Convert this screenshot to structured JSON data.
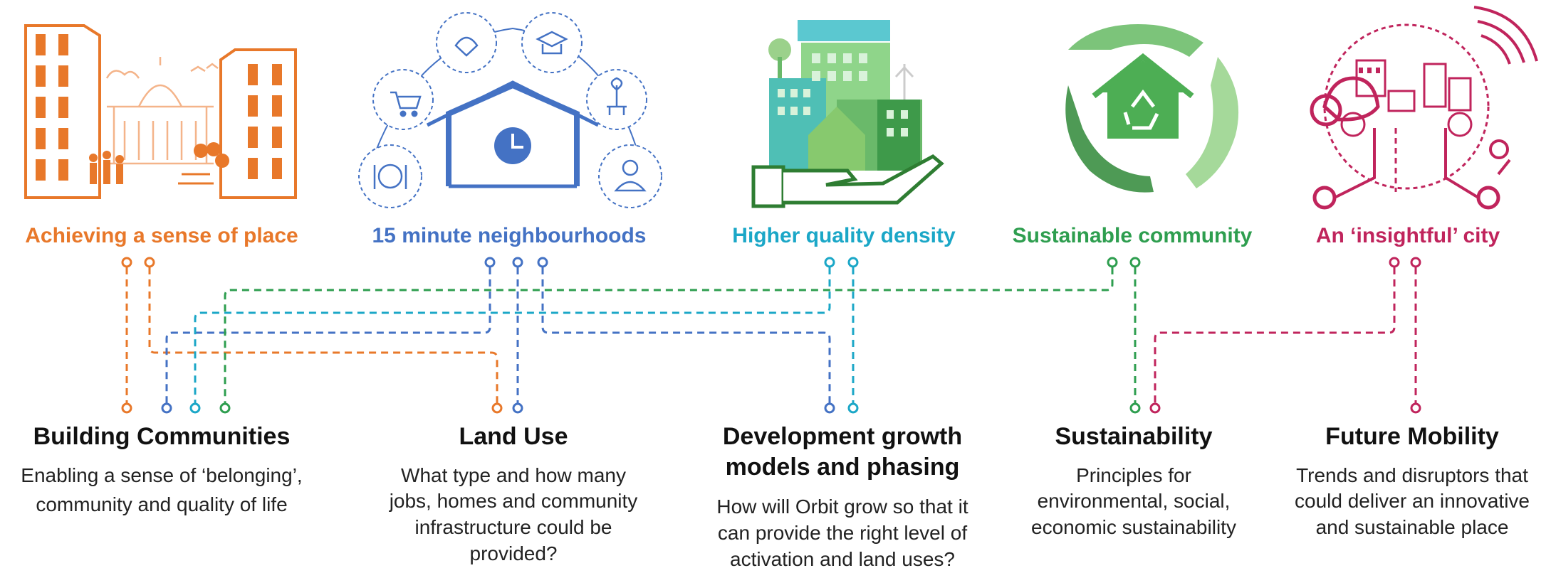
{
  "themes": [
    {
      "label": "Achieving a sense of place",
      "color": "#E8782A",
      "icon": "city-buildings-icon"
    },
    {
      "label": "15 minute neighbourhoods",
      "color": "#4472C4",
      "icon": "house-clock-services-icon"
    },
    {
      "label": "Higher quality density",
      "color": "#1BA7C7",
      "icon": "hand-holding-buildings-icon"
    },
    {
      "label": "Sustainable community",
      "color": "#2E9E4F",
      "icon": "recycle-house-hands-icon"
    },
    {
      "label": "An ‘insightful’ city",
      "color": "#C0245C",
      "icon": "smart-city-icon"
    }
  ],
  "topics": [
    {
      "title": [
        "Building Communities"
      ],
      "description": [
        "Enabling a sense of ‘belonging’,",
        "community and quality of life"
      ]
    },
    {
      "title": [
        "Land Use"
      ],
      "description": [
        "What type and how many",
        "jobs, homes and community",
        "infrastructure could be",
        "provided?"
      ]
    },
    {
      "title": [
        "Development growth",
        "models and phasing"
      ],
      "description": [
        "How will Orbit grow so that it",
        "can provide the right level of",
        "activation and land uses?"
      ]
    },
    {
      "title": [
        "Sustainability"
      ],
      "description": [
        "Principles for",
        "environmental, social,",
        "economic sustainability"
      ]
    },
    {
      "title": [
        "Future Mobility"
      ],
      "description": [
        "Trends and disruptors that",
        "could deliver an innovative",
        "and sustainable place"
      ]
    }
  ],
  "links": [
    {
      "theme": "Achieving a sense of place",
      "topic": "Building Communities"
    },
    {
      "theme": "Achieving a sense of place",
      "topic": "Land Use"
    },
    {
      "theme": "15 minute neighbourhoods",
      "topic": "Building Communities"
    },
    {
      "theme": "15 minute neighbourhoods",
      "topic": "Land Use"
    },
    {
      "theme": "15 minute neighbourhoods",
      "topic": "Development growth models and phasing"
    },
    {
      "theme": "Higher quality density",
      "topic": "Building Communities"
    },
    {
      "theme": "Higher quality density",
      "topic": "Development growth models and phasing"
    },
    {
      "theme": "Sustainable community",
      "topic": "Building Communities"
    },
    {
      "theme": "Sustainable community",
      "topic": "Sustainability"
    },
    {
      "theme": "An ‘insightful’ city",
      "topic": "Sustainability"
    },
    {
      "theme": "An ‘insightful’ city",
      "topic": "Future Mobility"
    }
  ]
}
